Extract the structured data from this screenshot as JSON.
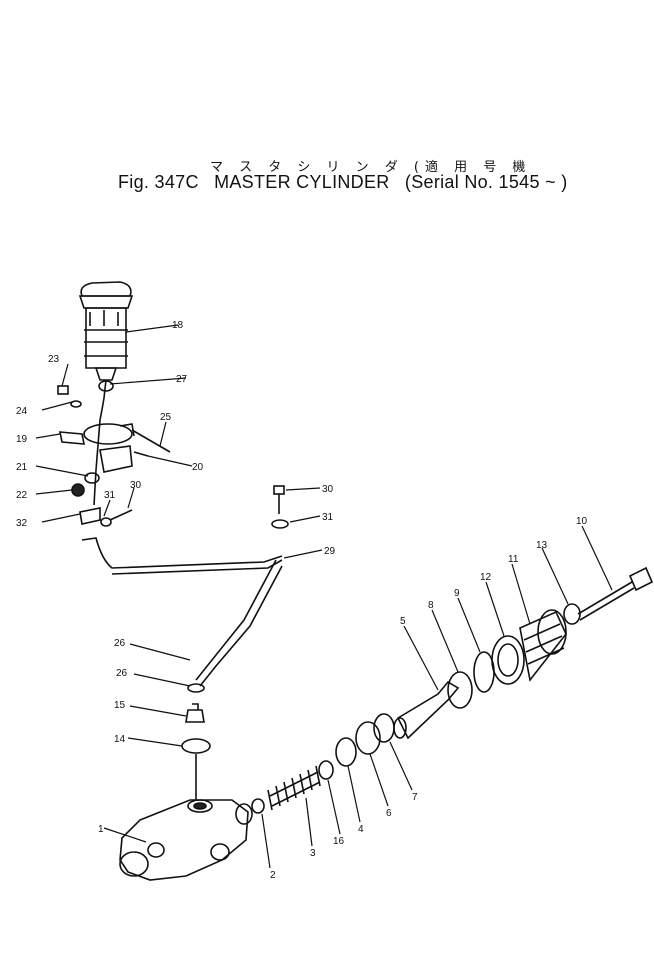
{
  "header": {
    "jp_subtitle": "マ ス タ シ リ ン ダ (適 用 号 機",
    "fig_number": "Fig. 347C",
    "fig_title": "MASTER CYLINDER",
    "serial": "(Serial No. 1545 ~ )"
  },
  "callouts": [
    {
      "id": "c1",
      "text": "1"
    },
    {
      "id": "c2",
      "text": "2"
    },
    {
      "id": "c3",
      "text": "3"
    },
    {
      "id": "c16",
      "text": "16"
    },
    {
      "id": "c4",
      "text": "4"
    },
    {
      "id": "c6",
      "text": "6"
    },
    {
      "id": "c7",
      "text": "7"
    },
    {
      "id": "c5",
      "text": "5"
    },
    {
      "id": "c8",
      "text": "8"
    },
    {
      "id": "c9",
      "text": "9"
    },
    {
      "id": "c12",
      "text": "12"
    },
    {
      "id": "c11",
      "text": "11"
    },
    {
      "id": "c13",
      "text": "13"
    },
    {
      "id": "c10",
      "text": "10"
    },
    {
      "id": "c14",
      "text": "14"
    },
    {
      "id": "c15",
      "text": "15"
    },
    {
      "id": "c26a",
      "text": "26"
    },
    {
      "id": "c26b",
      "text": "26"
    },
    {
      "id": "c29",
      "text": "29"
    },
    {
      "id": "c30a",
      "text": "30"
    },
    {
      "id": "c31a",
      "text": "31"
    },
    {
      "id": "c30b",
      "text": "30"
    },
    {
      "id": "c31b",
      "text": "31"
    },
    {
      "id": "c32",
      "text": "32"
    },
    {
      "id": "c22",
      "text": "22"
    },
    {
      "id": "c21",
      "text": "21"
    },
    {
      "id": "c20",
      "text": "20"
    },
    {
      "id": "c19",
      "text": "19"
    },
    {
      "id": "c25",
      "text": "25"
    },
    {
      "id": "c24",
      "text": "24"
    },
    {
      "id": "c23",
      "text": "23"
    },
    {
      "id": "c27",
      "text": "27"
    },
    {
      "id": "c18",
      "text": "18"
    }
  ]
}
